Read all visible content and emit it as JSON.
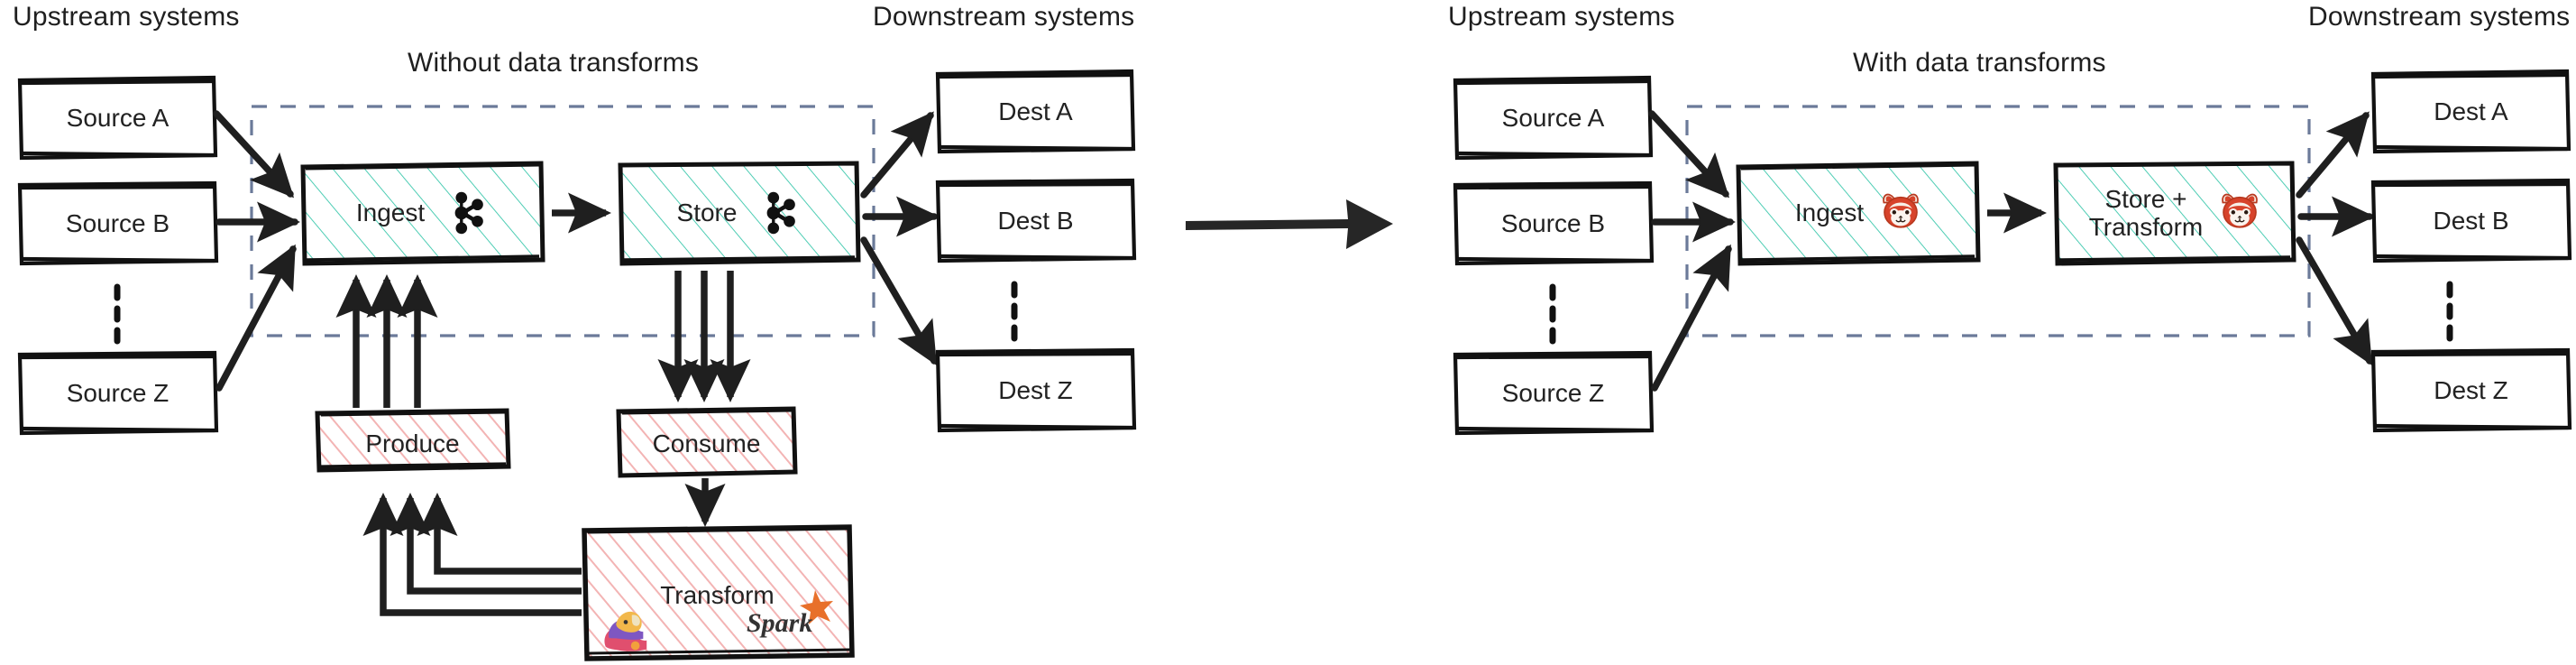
{
  "panels": [
    {
      "id": "without",
      "title": "Without data transforms",
      "upstream_title": "Upstream systems",
      "downstream_title": "Downstream systems",
      "sources": [
        "Source A",
        "Source B",
        "Source Z"
      ],
      "destinations": [
        "Dest A",
        "Dest B",
        "Dest Z"
      ],
      "stages": [
        {
          "label": "Ingest",
          "icon": "kafka-icon",
          "fill": "teal"
        },
        {
          "label": "Store",
          "icon": "kafka-icon",
          "fill": "teal"
        }
      ],
      "external": [
        {
          "label": "Produce",
          "fill": "pink",
          "icons": []
        },
        {
          "label": "Consume",
          "fill": "pink",
          "icons": []
        },
        {
          "label": "Transform",
          "fill": "pink",
          "icons": [
            "flink-icon",
            "spark-icon"
          ]
        }
      ]
    },
    {
      "id": "with",
      "title": "With data transforms",
      "upstream_title": "Upstream systems",
      "downstream_title": "Downstream systems",
      "sources": [
        "Source A",
        "Source B",
        "Source Z"
      ],
      "destinations": [
        "Dest A",
        "Dest B",
        "Dest Z"
      ],
      "stages": [
        {
          "label": "Ingest",
          "icon": "redpanda-icon",
          "fill": "teal"
        },
        {
          "label": "Store +\nTransform",
          "icon": "redpanda-icon",
          "fill": "teal"
        }
      ],
      "external": []
    }
  ],
  "center_arrow": "transition-arrow",
  "colors": {
    "ink": "#1f1f1f",
    "teal_hatch": "#4ecdb4",
    "pink_hatch": "#f0a9a9",
    "dashed_border": "#6b7a99",
    "spark_orange": "#e8702a",
    "redpanda_red": "#d7432b"
  },
  "labels": {
    "p0_title": "Without data transforms",
    "p0_up": "Upstream systems",
    "p0_down": "Downstream systems",
    "p0_s0": "Source A",
    "p0_s1": "Source B",
    "p0_s2": "Source Z",
    "p0_d0": "Dest A",
    "p0_d1": "Dest B",
    "p0_d2": "Dest Z",
    "p0_st0": "Ingest",
    "p0_st1": "Store",
    "p0_e0": "Produce",
    "p0_e1": "Consume",
    "p0_e2": "Transform",
    "p1_title": "With data transforms",
    "p1_up": "Upstream systems",
    "p1_down": "Downstream systems",
    "p1_s0": "Source A",
    "p1_s1": "Source B",
    "p1_s2": "Source Z",
    "p1_d0": "Dest A",
    "p1_d1": "Dest B",
    "p1_d2": "Dest Z",
    "p1_st0": "Ingest",
    "p1_st1a": "Store +",
    "p1_st1b": "Transform"
  }
}
